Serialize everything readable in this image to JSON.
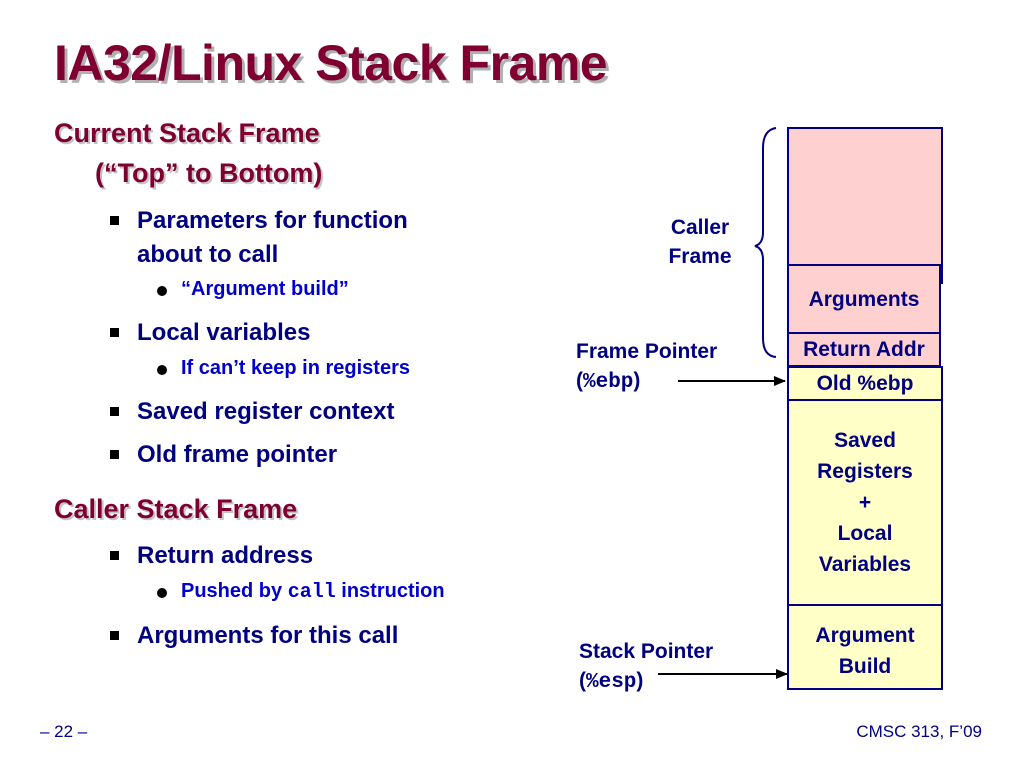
{
  "title": "IA32/Linux Stack Frame",
  "current_frame": {
    "heading_line1": "Current Stack Frame",
    "heading_line2": "(“Top” to Bottom)",
    "bullets": [
      {
        "text_line1": "Parameters for function",
        "text_line2": "about to call",
        "sub": "“Argument build”"
      },
      {
        "text": "Local variables",
        "sub": "If can’t keep in registers"
      },
      {
        "text": "Saved register context"
      },
      {
        "text": "Old frame pointer"
      }
    ]
  },
  "caller_frame": {
    "heading": "Caller Stack Frame",
    "bullets": [
      {
        "text": "Return address",
        "sub_prefix": "Pushed by",
        "sub_code": "call",
        "sub_suffix": "instruction"
      },
      {
        "text": "Arguments for this call"
      }
    ]
  },
  "diagram": {
    "caller_frame_label_line1": "Caller",
    "caller_frame_label_line2": "Frame",
    "frame_pointer_label": "Frame Pointer",
    "frame_pointer_register": "%ebp",
    "stack_pointer_label": "Stack Pointer",
    "stack_pointer_register": "%esp",
    "cells": {
      "arguments": "Arguments",
      "return_addr": "Return Addr",
      "old_ebp": "Old %ebp",
      "saved_line1": "Saved",
      "saved_line2": "Registers",
      "saved_line3": "+",
      "saved_line4": "Local",
      "saved_line5": "Variables",
      "argbuild_line1": "Argument",
      "argbuild_line2": "Build"
    },
    "colors": {
      "caller_cells": "#ffd0d0",
      "current_cells": "#ffffc8",
      "border": "#000080"
    }
  },
  "footer": {
    "page": "– 22 –",
    "course": "CMSC 313, F’09"
  }
}
